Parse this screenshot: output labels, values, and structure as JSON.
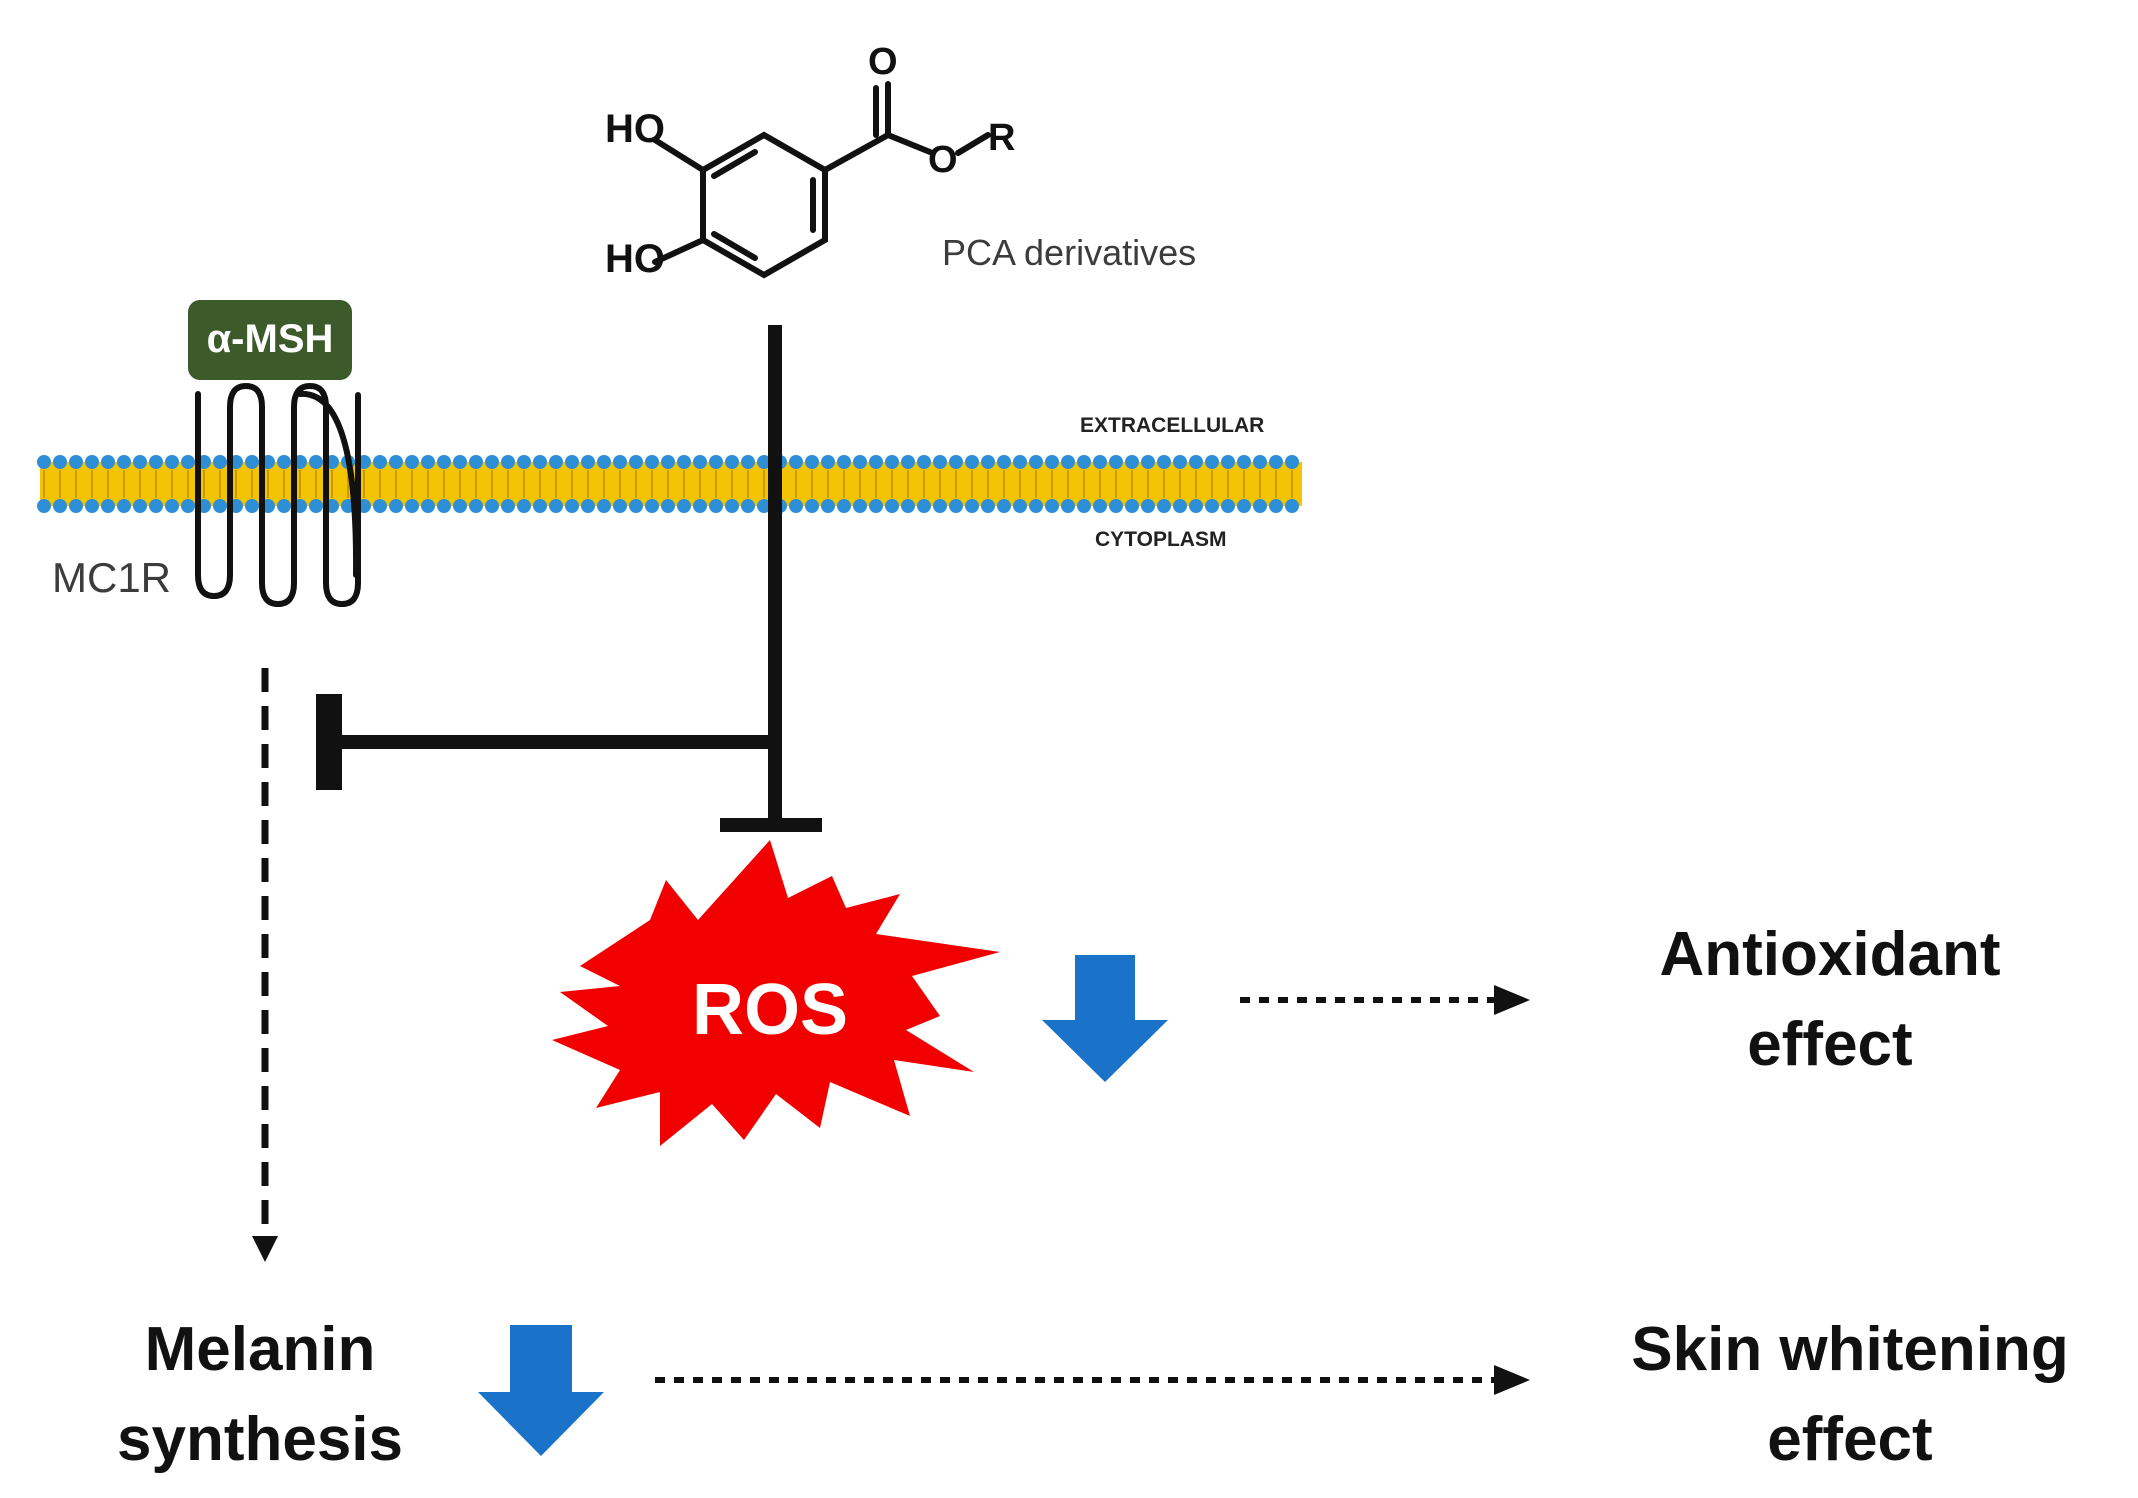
{
  "molecule": {
    "ho_top": "HO",
    "ho_bottom": "HO",
    "carbonyl_o": "O",
    "ester_o": "O",
    "r_group": "R",
    "name": "PCA derivatives"
  },
  "receptor": {
    "ligand": "α-MSH",
    "name": "MC1R"
  },
  "membrane": {
    "outside": "EXTRACELLULAR",
    "inside": "CYTOPLASM"
  },
  "ros": "ROS",
  "outcomes": {
    "antioxidant_line1": "Antioxidant",
    "antioxidant_line2": "effect",
    "melanin_line1": "Melanin",
    "melanin_line2": "synthesis",
    "whitening_line1": "Skin whitening",
    "whitening_line2": "effect"
  },
  "colors": {
    "lipid_head": "#2e8fd6",
    "lipid_tail": "#f5c400",
    "ligand_box": "#3d5b2a",
    "ros_burst": "#f20000",
    "down_arrow": "#1a73c8",
    "line": "#111111"
  }
}
